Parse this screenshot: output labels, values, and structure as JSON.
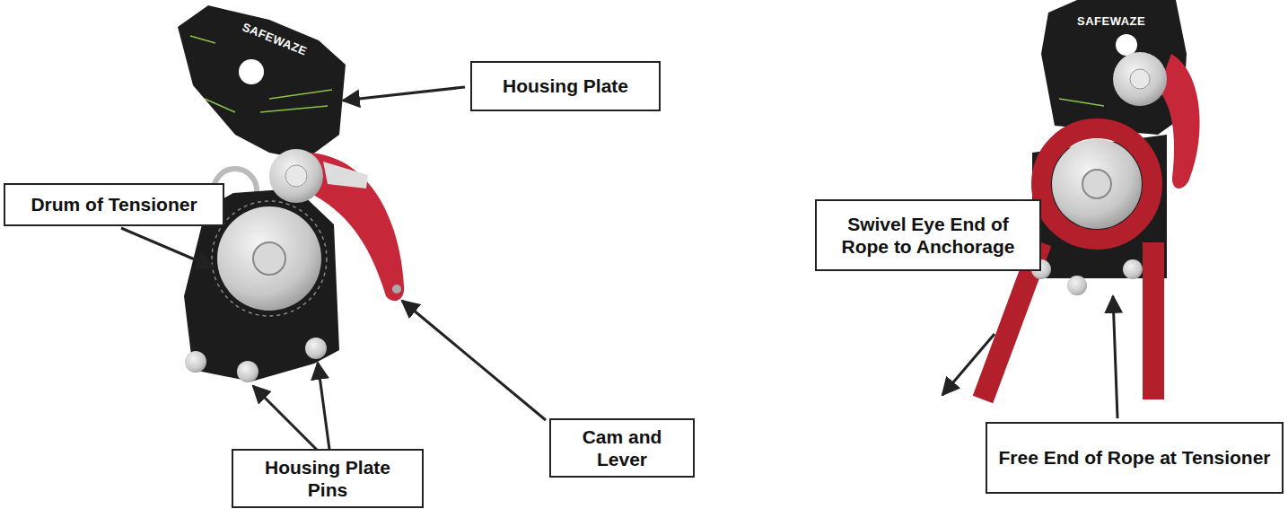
{
  "diagram": {
    "nodes": [
      {
        "text": [
          "Housing Plate"
        ]
      },
      {
        "text": [
          "Drum of Tensioner"
        ]
      },
      {
        "text": [
          "Cam and Lever"
        ]
      },
      {
        "text": [
          "Housing Plate Pins"
        ]
      },
      {
        "text": [
          "Swivel Eye End of Rope to Anchorage"
        ]
      },
      {
        "text": [
          "Free End of Rope at Tensioner"
        ]
      }
    ],
    "labels": [
      "SAFEWAZE",
      "SAFEWAZE"
    ]
  }
}
